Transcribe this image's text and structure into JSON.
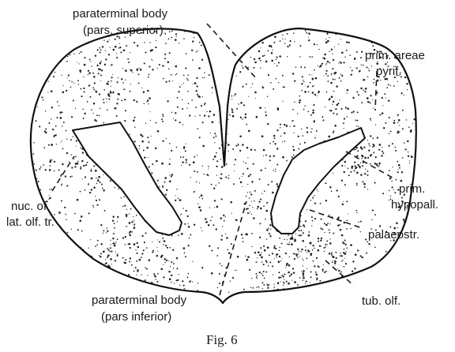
{
  "figure": {
    "caption": "Fig. 6",
    "labels": {
      "parat_sup_line1": "paraterminal body",
      "parat_sup_line2": "(pars. superior)",
      "prim_areae_line1": "prim. areae",
      "prim_areae_line2": "pyrif.",
      "prim_hypo_line1": "prim.",
      "prim_hypo_line2": "hypopall.",
      "nuc_line1": "nuc. of",
      "nuc_line2": "lat. olf. tr.",
      "palaeostr": "palaeostr.",
      "tub_olf": "tub. olf.",
      "parat_inf_line1": "paraterminal body",
      "parat_inf_line2": "(pars inferior)"
    }
  }
}
